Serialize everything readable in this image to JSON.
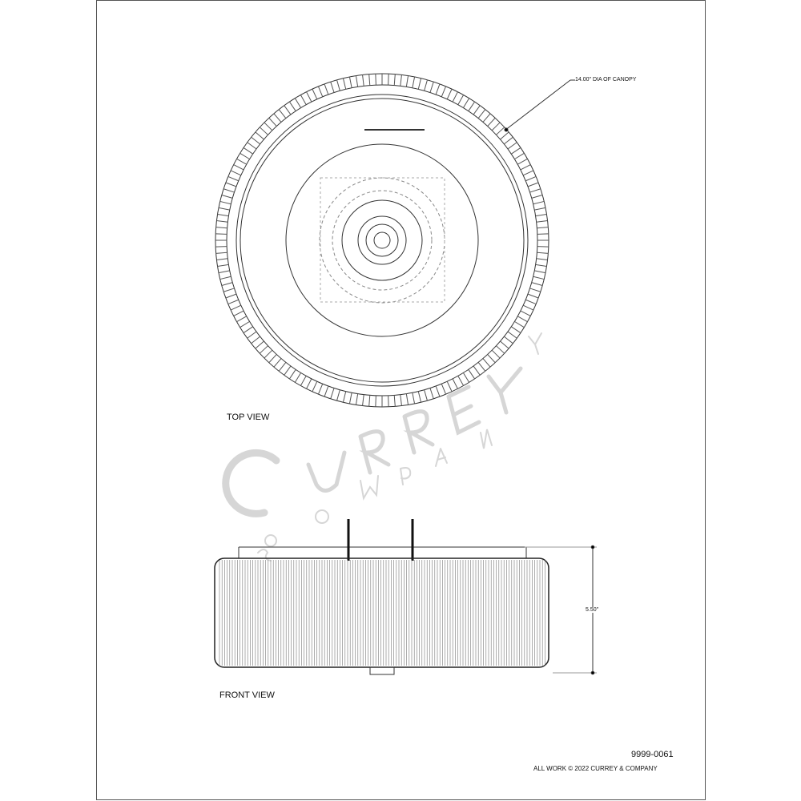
{
  "drawing": {
    "canopy_callout": "14.00\"  DIA OF CANOPY",
    "top_view_label": "TOP VIEW",
    "front_view_label": "FRONT VIEW",
    "height_dimension": "5.50\"",
    "part_number": "9999-0061",
    "copyright": "ALL WORK © 2022 CURREY & COMPANY"
  },
  "watermark": {
    "name": "CURREY",
    "sub": "& COMPANY"
  }
}
